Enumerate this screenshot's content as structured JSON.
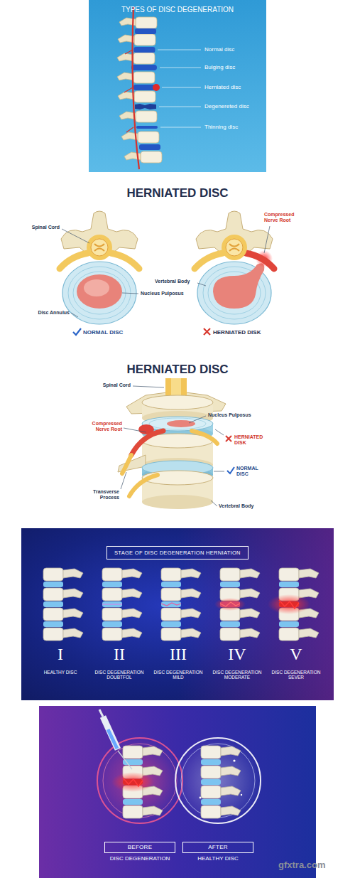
{
  "diagram": {
    "nodes": [
      {
        "text": [
          "STAGE OF DISC DEGENERATION HERNIATION"
        ]
      },
      {
        "text": [
          "BEFORE"
        ]
      },
      {
        "text": [
          "AFTER"
        ]
      }
    ],
    "labels": [
      "TYPES OF DISC DEGENERATION",
      "Normal disc",
      "Bulging disc",
      "Herniated disc",
      "Degenereted disc",
      "Thinning disc",
      "HERNIATED DISC",
      "Spinal Cord",
      "Disc Annulus",
      "Nucleus Pulposus",
      "NORMAL DISC",
      "Compressed Nerve Root",
      "Vertebral Body",
      "HERNIATED DISK",
      "HERNIATED DISC",
      "Spinal Cord",
      "Nucleus Pulposus",
      "Compressed Nerve Root",
      "HERNIATED DISK",
      "NORMAL DISC",
      "Transverse Process",
      "Vertebral Body",
      "I",
      "II",
      "III",
      "IV",
      "V",
      "HEALTHY DISC",
      "DISC DEGENERATION DOUBTFOL",
      "DISC DEGENERATION MILD",
      "DISC DEGENERATION MODERATE",
      "DISC DEGENERATION SEVER",
      "DISC DEGENERATION",
      "HEALTHY DISC",
      "gfxtra.com"
    ]
  }
}
